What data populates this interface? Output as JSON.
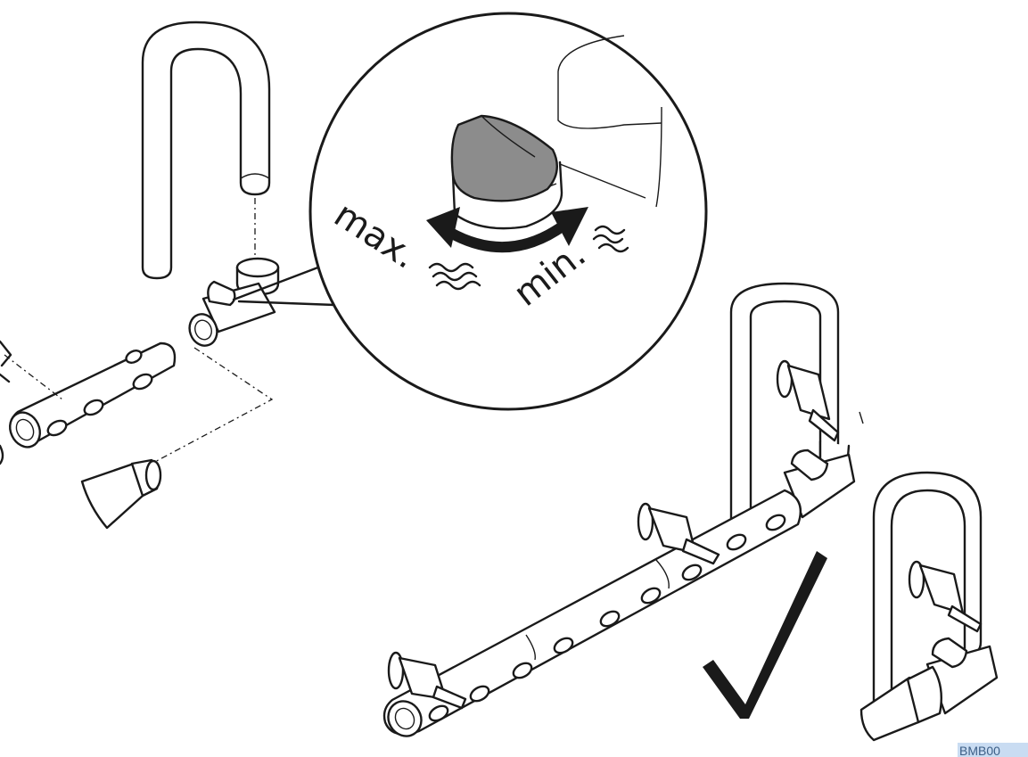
{
  "labels": {
    "max": "max.",
    "min": "min."
  },
  "reference_code": "BMB00",
  "colors": {
    "line": "#1a1a1a",
    "knob_fill": "#8c8c8c",
    "background": "#ffffff",
    "code_background": "#c9dcf2",
    "code_text": "#3d5f86"
  },
  "icons": {
    "arrow": "double-curved-arrow-icon",
    "flow": "wavy-flow-icon",
    "check": "checkmark-icon"
  }
}
